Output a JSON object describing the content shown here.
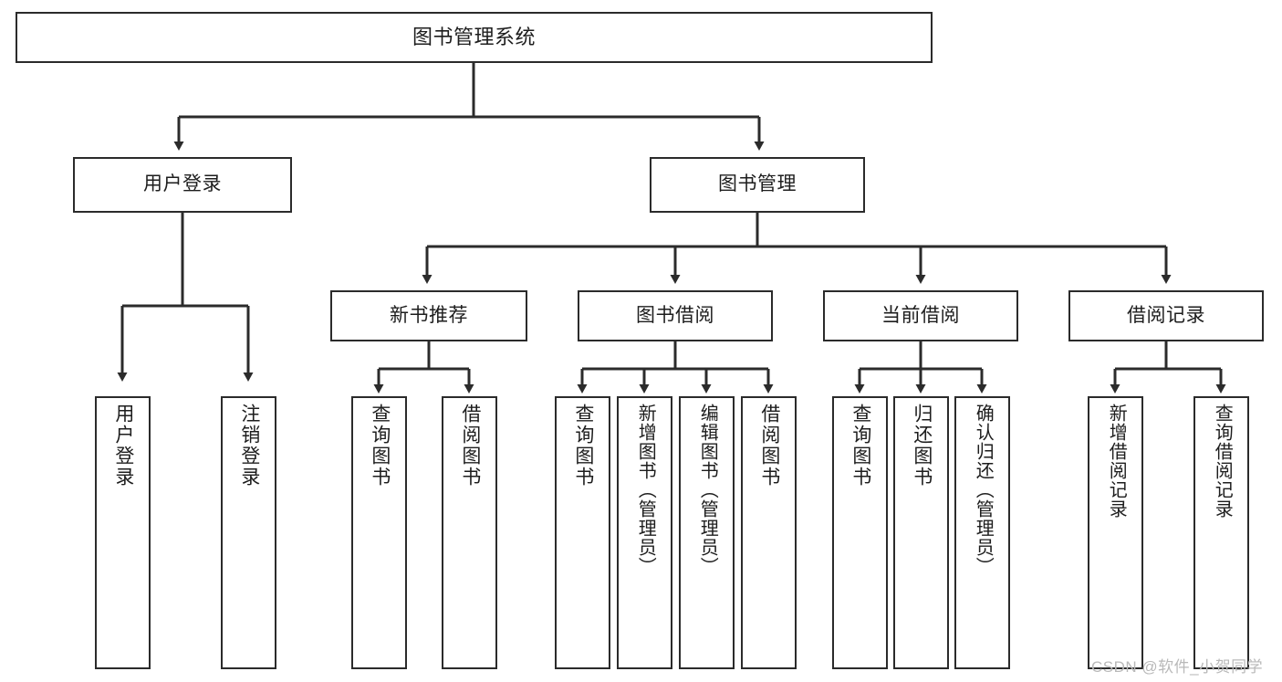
{
  "diagram": {
    "title": "图书管理系统",
    "type": "hierarchy-tree",
    "background_color": "#ffffff",
    "line_color": "#2b2b2b",
    "box_fill": "#ffffff",
    "text_color": "#1d1d1d",
    "levels": 4,
    "nodes": {
      "root": {
        "label": "图书管理系统"
      },
      "level2": [
        {
          "label": "用户登录"
        },
        {
          "label": "图书管理"
        }
      ],
      "level3": [
        {
          "label": "新书推荐"
        },
        {
          "label": "图书借阅"
        },
        {
          "label": "当前借阅"
        },
        {
          "label": "借阅记录"
        }
      ],
      "leaves_user_login": [
        {
          "label": "用户登录"
        },
        {
          "label": "注销登录"
        }
      ],
      "leaves_new_books": [
        {
          "label": "查询图书"
        },
        {
          "label": "借阅图书"
        }
      ],
      "leaves_borrow": [
        {
          "label": "查询图书"
        },
        {
          "label": "新增图书（管理员）"
        },
        {
          "label": "编辑图书（管理员）"
        },
        {
          "label": "借阅图书"
        }
      ],
      "leaves_current": [
        {
          "label": "查询图书"
        },
        {
          "label": "归还图书"
        },
        {
          "label": "确认归还（管理员）"
        }
      ],
      "leaves_records": [
        {
          "label": "新增借阅记录"
        },
        {
          "label": "查询借阅记录"
        }
      ]
    },
    "watermark": "CSDN @软件_小贺同学"
  }
}
